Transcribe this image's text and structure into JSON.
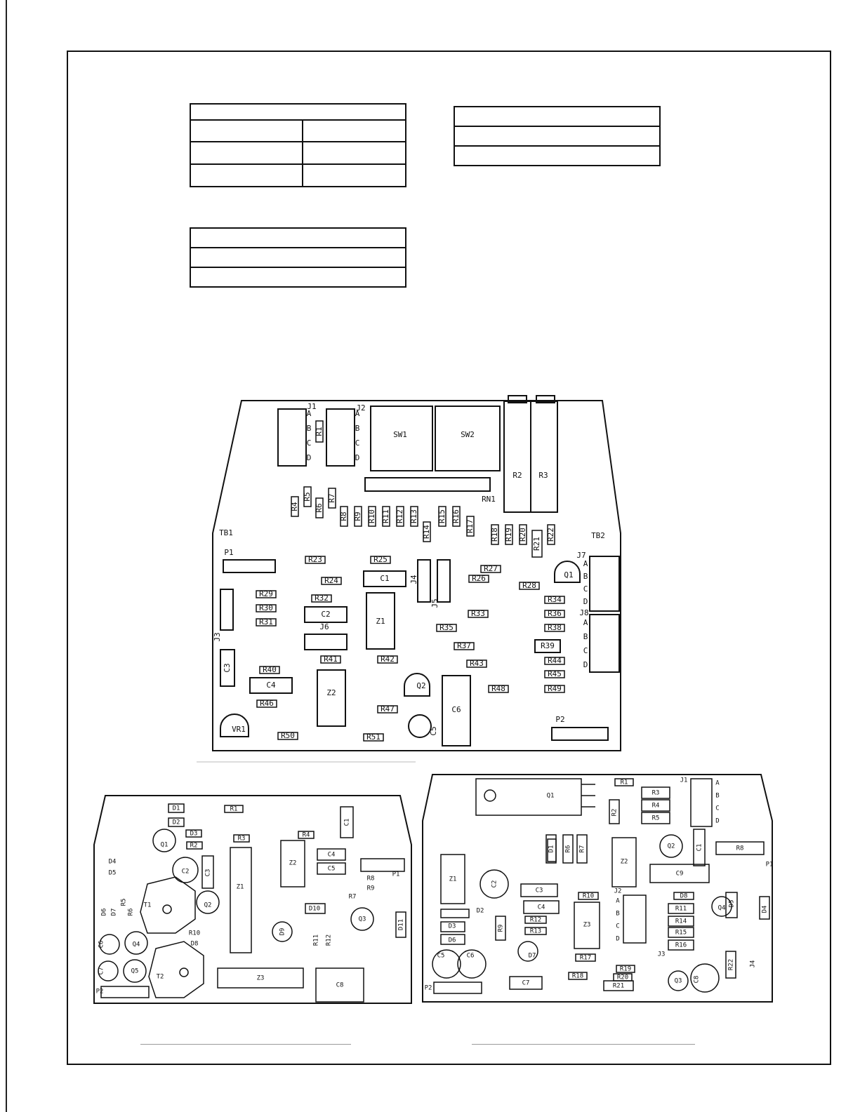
{
  "board_main": {
    "terminal_labels": [
      "TB1",
      "TB2"
    ],
    "connector_labels": [
      "P1",
      "P2"
    ],
    "jumper_labels": [
      "J1",
      "J2",
      "J3",
      "J4",
      "J5",
      "J6",
      "J7",
      "J8"
    ],
    "pin_letters": [
      "A",
      "B",
      "C",
      "D"
    ],
    "switches": [
      "SW1",
      "SW2"
    ],
    "resistor_network": "RN1",
    "trim_pots": [
      "R2",
      "R3"
    ],
    "variable_resistor": "VR1",
    "ics": [
      "Z1",
      "Z2"
    ],
    "transistors": [
      "Q1",
      "Q2"
    ],
    "capacitors": [
      "C1",
      "C2",
      "C3",
      "C4",
      "C5",
      "C6"
    ],
    "resistors": [
      "R1",
      "R4",
      "R5",
      "R6",
      "R7",
      "R8",
      "R9",
      "R10",
      "R11",
      "R12",
      "R13",
      "R14",
      "R15",
      "R16",
      "R17",
      "R18",
      "R19",
      "R20",
      "R21",
      "R22",
      "R23",
      "R24",
      "R25",
      "R26",
      "R27",
      "R28",
      "R29",
      "R30",
      "R31",
      "R32",
      "R33",
      "R34",
      "R35",
      "R36",
      "R37",
      "R38",
      "R39",
      "R40",
      "R41",
      "R42",
      "R43",
      "R44",
      "R45",
      "R46",
      "R47",
      "R48",
      "R49",
      "R50",
      "R51"
    ]
  },
  "board_left": {
    "diodes": [
      "D1",
      "D2",
      "D3",
      "D4",
      "D5",
      "D6",
      "D7",
      "D8",
      "D9",
      "D10",
      "D11"
    ],
    "resistors": [
      "R1",
      "R2",
      "R3",
      "R4",
      "R5",
      "R6",
      "R7",
      "R8",
      "R9",
      "R10",
      "R11",
      "R12"
    ],
    "transistors": [
      "Q1",
      "Q2",
      "Q3",
      "Q4",
      "Q5"
    ],
    "capacitors": [
      "C1",
      "C2",
      "C3",
      "C4",
      "C5",
      "C6",
      "C7",
      "C8"
    ],
    "transformers": [
      "T1",
      "T2"
    ],
    "ics": [
      "Z1",
      "Z2",
      "Z3"
    ],
    "connectors": [
      "P1",
      "P2"
    ]
  },
  "board_right": {
    "transistors": [
      "Q1",
      "Q2",
      "Q3",
      "Q4"
    ],
    "resistors": [
      "R1",
      "R2",
      "R3",
      "R4",
      "R5",
      "R6",
      "R7",
      "R8",
      "R9",
      "R10",
      "R11",
      "R12",
      "R13",
      "R14",
      "R15",
      "R16",
      "R17",
      "R18",
      "R19",
      "R20",
      "R21",
      "R22"
    ],
    "capacitors": [
      "C1",
      "C2",
      "C3",
      "C4",
      "C5",
      "C6",
      "C7",
      "C8",
      "C9"
    ],
    "diodes": [
      "D1",
      "D2",
      "D3",
      "D4",
      "D5",
      "D6",
      "D7",
      "D8"
    ],
    "ics": [
      "Z1",
      "Z2",
      "Z3"
    ],
    "jumpers": [
      "J1",
      "J2",
      "J3",
      "J4"
    ],
    "pin_letters": [
      "A",
      "B",
      "C",
      "D"
    ],
    "connectors": [
      "P1",
      "P2"
    ]
  }
}
